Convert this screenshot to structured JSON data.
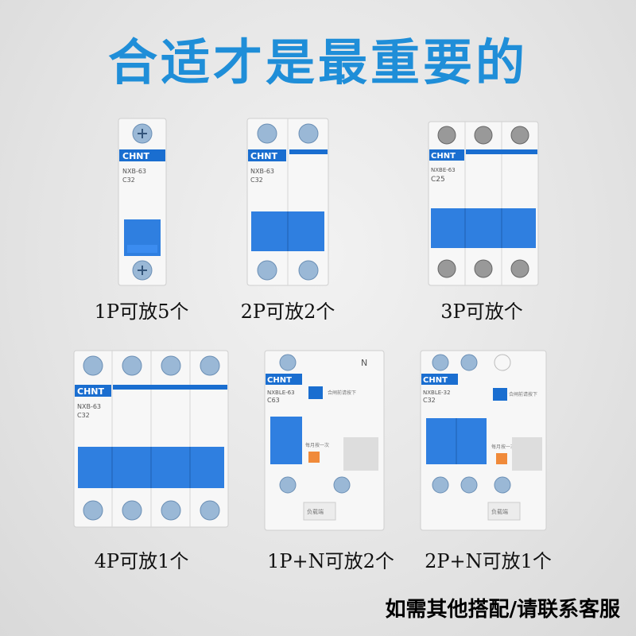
{
  "title": "合适才是最重要的",
  "brand": "CHNT",
  "products": [
    {
      "caption": "1P可放5个",
      "model": "NXB-63",
      "rating": "C32"
    },
    {
      "caption": "2P可放2个",
      "model": "NXB-63",
      "rating": "C32"
    },
    {
      "caption": "3P可放个",
      "model": "NXBE-63",
      "rating": "C25"
    },
    {
      "caption": "4P可放1个",
      "model": "NXB-63",
      "rating": "C32"
    },
    {
      "caption": "1P+N可放2个",
      "model": "NXBLE-63",
      "rating": "C63"
    },
    {
      "caption": "2P+N可放1个",
      "model": "NXBLE-32",
      "rating": "C32"
    }
  ],
  "labels": {
    "neutral": "N",
    "load": "负载端",
    "test_note": "每月按一次",
    "close_note": "合闸前请按下"
  },
  "footer": "如需其他搭配/请联系客服",
  "colors": {
    "title": "#1f8ed8",
    "handle": "#2f7fe0",
    "brand_bg": "#1a6ed0",
    "body": "#f7f7f7"
  }
}
